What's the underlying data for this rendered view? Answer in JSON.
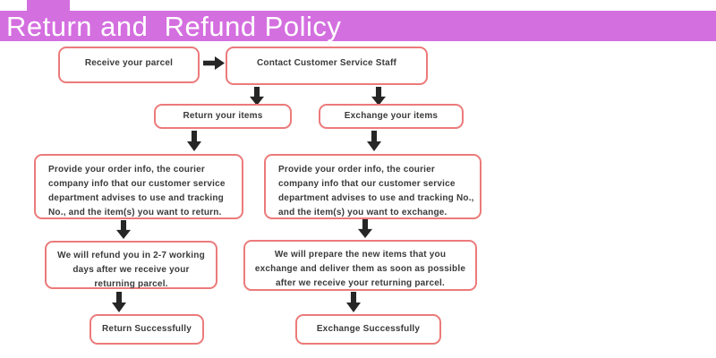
{
  "header": {
    "title": "Return and  Refund Policy"
  },
  "colors": {
    "header_bar": "#d46fe0",
    "box_border": "#ec7a7a",
    "box_text": "#3a3a3a",
    "arrow": "#262626"
  },
  "flow": {
    "receive": "Receive your parcel",
    "contact": "Contact Customer Service Staff",
    "return_items": "Return your items",
    "exchange_items": "Exchange your items",
    "provide_return": "Provide your order info, the courier\ncompany info that our customer service\ndepartment advises to use and tracking\nNo., and the item(s) you want to return.",
    "provide_exchange": "Provide your order info, the courier\ncompany info that our customer service\ndepartment advises to use and  tracking No.,\nand the item(s) you want to exchange.",
    "refund": "We will refund you in 2-7 working\ndays after we receive your\nreturning parcel.",
    "prepare": "We will prepare the new items that you\nexchange  and deliver them as soon as possible\nafter we receive your returning parcel.",
    "return_success": "Return Successfully",
    "exchange_success": "Exchange Successfully"
  }
}
